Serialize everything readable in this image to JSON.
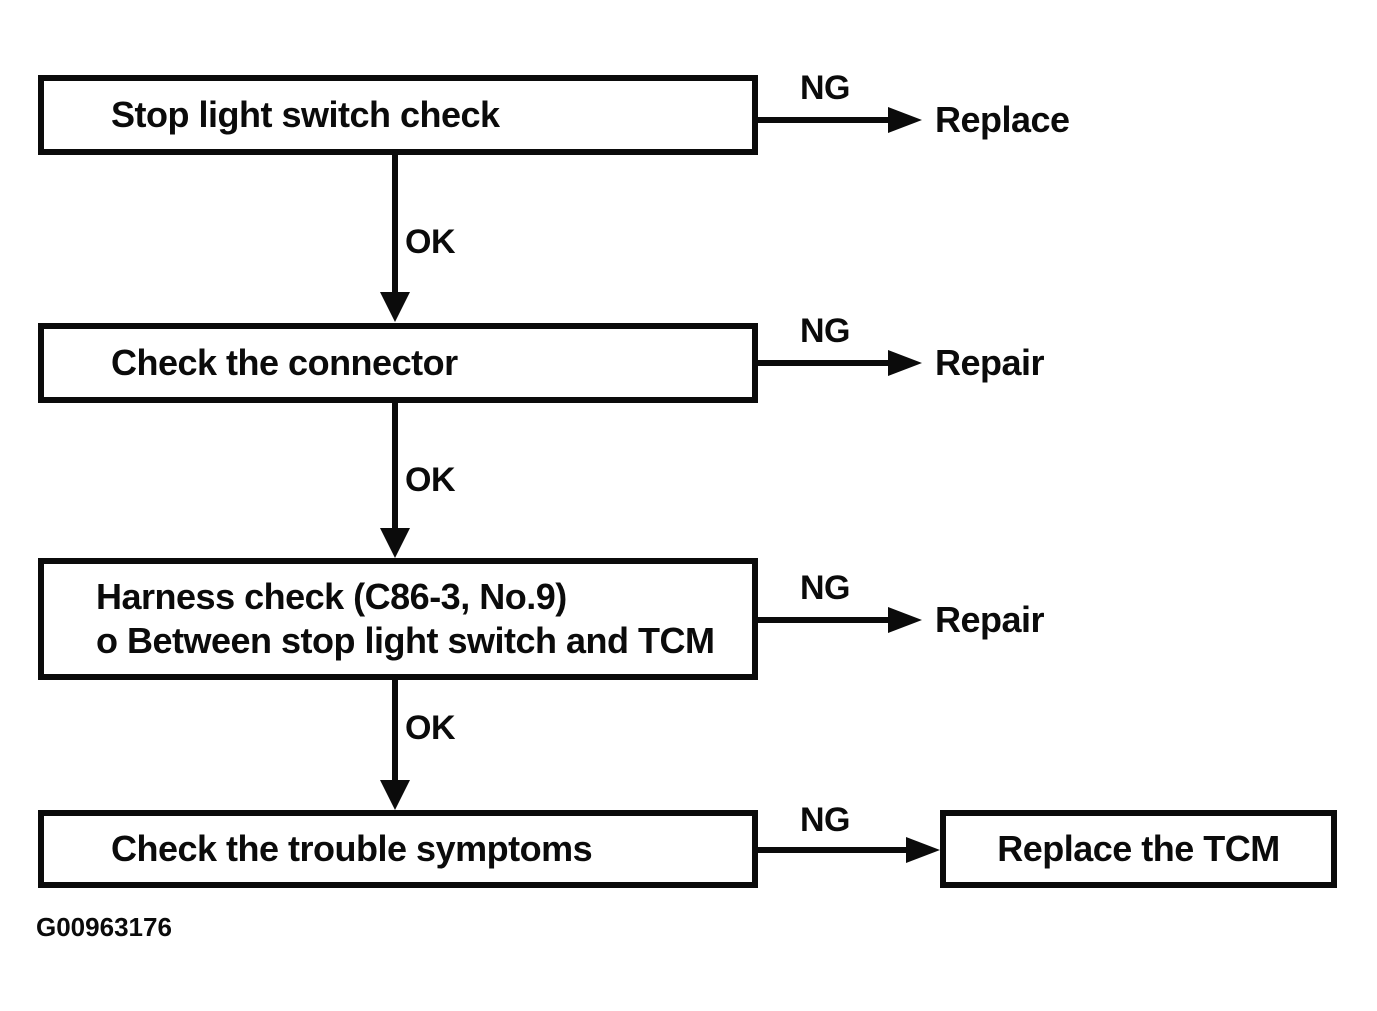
{
  "figure": {
    "code": "G00963176",
    "type": "flowchart",
    "colors": {
      "ink": "#0b0b0b",
      "background": "#ffffff"
    }
  },
  "steps": [
    {
      "label": "Stop light switch check",
      "ok": "OK",
      "ng": "NG",
      "ng_action": "Replace",
      "ng_action_boxed": false
    },
    {
      "label": "Check the connector",
      "ok": "OK",
      "ng": "NG",
      "ng_action": "Repair",
      "ng_action_boxed": false
    },
    {
      "label": "Harness check (C86-3, No.9)",
      "label_line2": "o Between stop light switch and TCM",
      "ok": "OK",
      "ng": "NG",
      "ng_action": "Repair",
      "ng_action_boxed": false
    },
    {
      "label": "Check the trouble symptoms",
      "ng": "NG",
      "ng_action": "Replace the TCM",
      "ng_action_boxed": true
    }
  ]
}
